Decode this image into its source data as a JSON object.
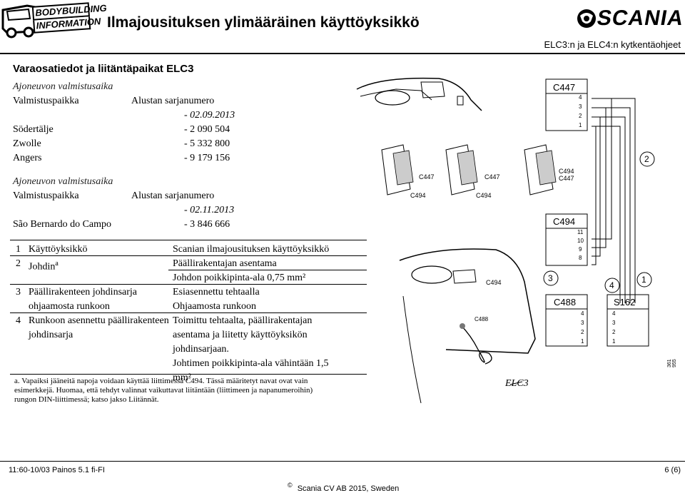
{
  "header": {
    "logo_line1": "BODYBUILDING",
    "logo_line2": "INFORMATION",
    "title": "Ilmajousituksen ylimääräinen käyttöyksikkö",
    "brand": "SCANIA",
    "subtitle": "ELC3:n ja ELC4:n kytkentäohjeet"
  },
  "section": {
    "title": "Varaosatiedot ja liitäntäpaikat ELC3",
    "groups": [
      {
        "heading": "Ajoneuvon valmistusaika",
        "col1": "Valmistuspaikka",
        "col2": "Alustan sarjanumero",
        "date": "- 02.09.2013",
        "rows": [
          {
            "place": "Södertälje",
            "serial": "- 2 090 504"
          },
          {
            "place": "Zwolle",
            "serial": "- 5 332 800"
          },
          {
            "place": "Angers",
            "serial": "- 9 179 156"
          }
        ]
      },
      {
        "heading": "Ajoneuvon valmistusaika",
        "col1": "Valmistuspaikka",
        "col2": "Alustan sarjanumero",
        "date": "- 02.11.2013",
        "rows": [
          {
            "place": "São Bernardo do Campo",
            "serial": "- 3 846 666"
          }
        ]
      }
    ]
  },
  "parts_table": {
    "rows": [
      {
        "num": "1",
        "item": "Käyttöyksikkö",
        "desc": "Scanian ilmajousituksen käyttöyksikkö"
      },
      {
        "num": "2",
        "item": "Johdin",
        "sup": "a",
        "desc": "Päällirakentajan asentama"
      },
      {
        "num": "",
        "item": "",
        "desc": "Johdon poikkipinta-ala 0,75 mm²"
      },
      {
        "num": "3",
        "item": "Päällirakenteen johdinsarja ohjaamosta runkoon",
        "desc": "Esiasennettu tehtaalla\nOhjaamosta runkoon"
      },
      {
        "num": "4",
        "item": "Runkoon asennettu päällirakenteen johdinsarja",
        "desc": "Toimittu tehtaalta, päällirakentajan asentama ja liitetty käyttöyksikön johdinsarjaan.\nJohtimen poikkipinta-ala vähintään 1,5 mm²"
      }
    ],
    "footnote_marker": "a.",
    "footnote": "Vapaiksi jääneitä napoja voidaan käyttää liittimessä C494. Tässä määritetyt navat ovat vain esimerkkejä. Huomaa, että tehdyt valinnat vaikuttavat liitäntään (liittimeen ja napanumeroihin) rungon DIN-liittimessä; katso jakso Liitännät."
  },
  "diagram": {
    "connectors": {
      "c447": "C447",
      "c494": "C494",
      "c488": "C488",
      "s162": "S162",
      "combo_line1": "C494",
      "combo_line2": "C447"
    },
    "c447_pins": [
      "4",
      "3",
      "2",
      "1"
    ],
    "c494_pins": [
      "11",
      "10",
      "9",
      "8"
    ],
    "c488_pins": [
      "4",
      "3",
      "2",
      "1"
    ],
    "s162_pins": [
      "4",
      "3",
      "2",
      "1"
    ],
    "callouts": [
      "1",
      "2",
      "3",
      "4"
    ],
    "elc_label": "ELC3",
    "figure_id": "361 955"
  },
  "footer": {
    "left": "11:60-10/03 Painos 5.1 fi-FI",
    "right": "6 (6)",
    "copyright_symbol": "©",
    "copyright": "Scania CV AB 2015, Sweden"
  }
}
